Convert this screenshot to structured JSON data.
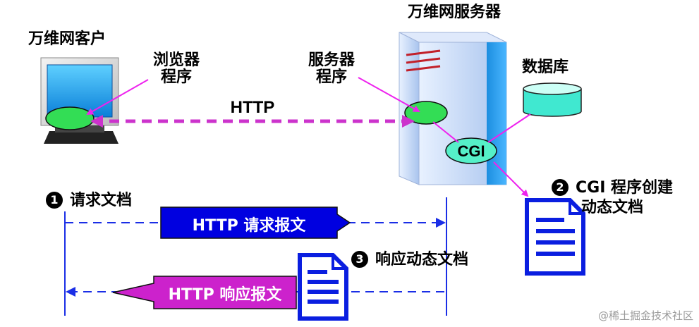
{
  "labels": {
    "client_title": "万维网客户",
    "server_title": "万维网服务器",
    "browser_program": [
      "浏览器",
      "程序"
    ],
    "server_program": [
      "服务器",
      "程序"
    ],
    "database": "数据库",
    "http": "HTTP",
    "cgi": "CGI"
  },
  "steps": [
    {
      "num": "1",
      "text": "请求文档"
    },
    {
      "num": "2",
      "text": [
        "CGI 程序创建",
        "动态文档"
      ]
    },
    {
      "num": "3",
      "text": "响应动态文档"
    }
  ],
  "messages": {
    "request": "HTTP 请求报文",
    "response": "HTTP 响应报文"
  },
  "watermark": "@稀土掘金技术社区",
  "colors": {
    "magenta": "#cc33cc",
    "magenta_line": "#ee22ee",
    "blue": "#0000e0",
    "green_fill": "#33dd55",
    "cgi_fill": "#55f0c8",
    "db_fill": "#40e8d0"
  }
}
